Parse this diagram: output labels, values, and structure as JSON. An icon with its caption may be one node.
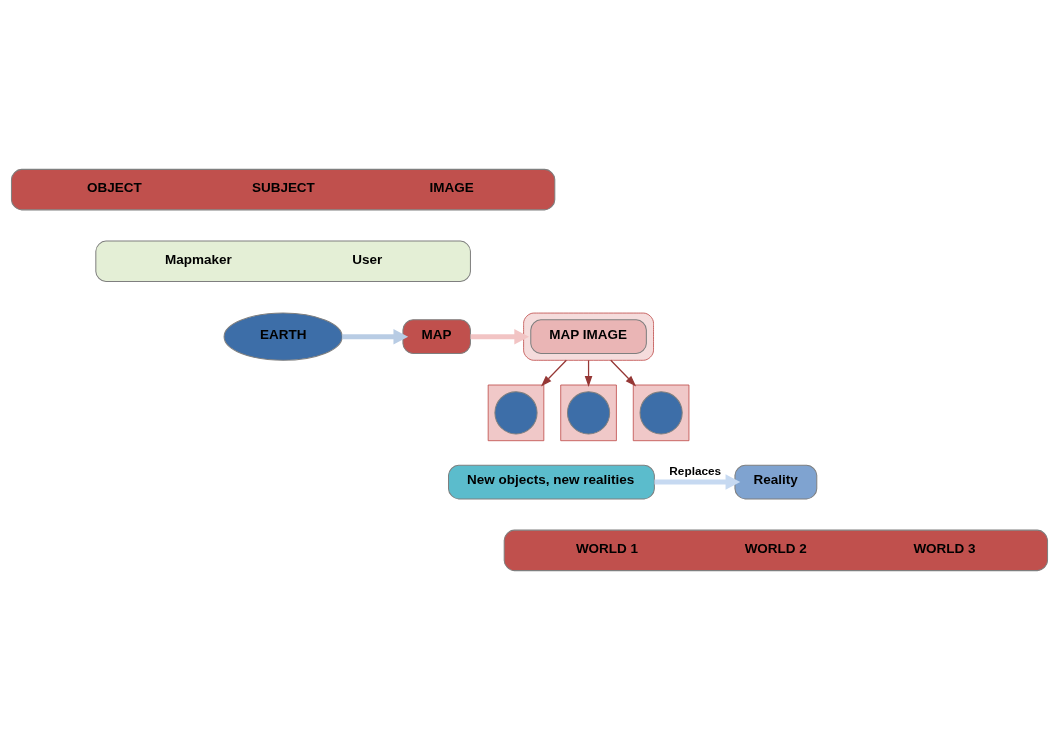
{
  "diagram": {
    "nodes": [
      {
        "text": [
          "OBJECT",
          "SUBJECT",
          "IMAGE"
        ]
      },
      {
        "text": [
          "Mapmaker",
          "User"
        ]
      },
      {
        "text": [
          "EARTH"
        ]
      },
      {
        "text": [
          "MAP"
        ]
      },
      {
        "text": [],
        "shape": "ellipse"
      },
      {
        "text": [
          "MAP IMAGE"
        ],
        "in": 4
      },
      {
        "text": [],
        "shape": "box"
      },
      {
        "text": [],
        "shape": "circle",
        "in": 6
      },
      {
        "text": [],
        "shape": "box"
      },
      {
        "text": [],
        "shape": "circle",
        "in": 8
      },
      {
        "text": [],
        "shape": "box"
      },
      {
        "text": [],
        "shape": "circle",
        "in": 10
      },
      {
        "text": [
          "Reality"
        ]
      },
      {
        "text": [
          "New objects, new realities"
        ]
      },
      {
        "text": [
          "WORLD 1",
          "WORLD 2",
          "WORLD 3"
        ]
      }
    ],
    "edges": [
      {
        "from": 2,
        "to": 3,
        "arrow": "to",
        "style": "thick",
        "color": "#b8cce4"
      },
      {
        "from": 3,
        "to": 4,
        "arrow": "to",
        "style": "thick",
        "color": "#f2c4c4"
      },
      {
        "from": 4,
        "to": 6,
        "arrow": "to"
      },
      {
        "from": 4,
        "to": 8,
        "arrow": "to"
      },
      {
        "from": 4,
        "to": 10,
        "arrow": "to"
      },
      {
        "from": 13,
        "to": 12,
        "arrow": "to",
        "label": "Replaces",
        "style": "thick",
        "color": "#c6d9f1"
      }
    ]
  }
}
